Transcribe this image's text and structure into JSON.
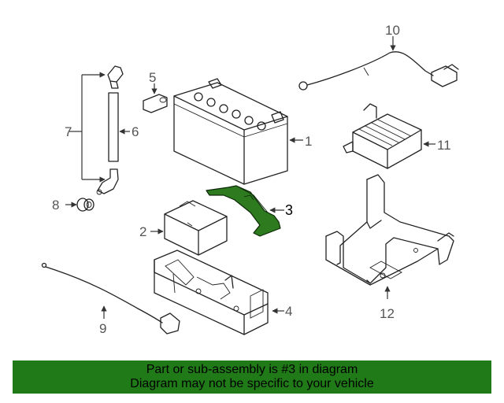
{
  "callouts": {
    "c1": "1",
    "c2": "2",
    "c3": "3",
    "c4": "4",
    "c5": "5",
    "c6": "6",
    "c7": "7",
    "c8": "8",
    "c9": "9",
    "c10": "10",
    "c11": "11",
    "c12": "12"
  },
  "highlight_color": "#2d7a1f",
  "banner": {
    "line1": "Part or sub-assembly is #3 in diagram",
    "line2": "Diagram may not be specific to your vehicle",
    "background": "#1f7a17"
  }
}
